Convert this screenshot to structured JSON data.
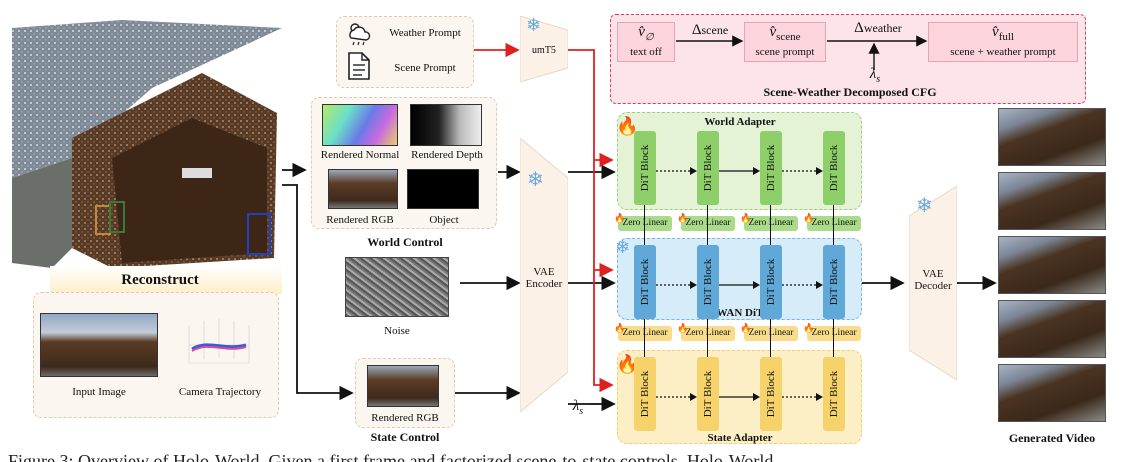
{
  "reconstruct": {
    "title": "Reconstruct",
    "input_image": "Input Image",
    "camera_trajectory": "Camera Trajectory"
  },
  "prompts": {
    "weather": "Weather Prompt",
    "scene": "Scene Prompt",
    "encoder": "umT5"
  },
  "cfg": {
    "title": "Scene-Weather Decomposed CFG",
    "box1_sub": "text off",
    "box2_sub": "scene prompt",
    "box3_sub": "scene + weather prompt",
    "delta_scene": "scene",
    "delta_weather": "weather",
    "lambda_sub": "s"
  },
  "world_control": {
    "title": "World Control",
    "normal": "Rendered Normal",
    "depth": "Rendered Depth",
    "rgb": "Rendered RGB",
    "object": "Object"
  },
  "noise": {
    "label": "Noise"
  },
  "state_control": {
    "title": "State Control",
    "rgb": "Rendered RGB"
  },
  "vae": {
    "encoder": "VAE\nEncoder",
    "decoder": "VAE\nDecoder"
  },
  "world_adapter": {
    "title": "World Adapter"
  },
  "wan_dit": {
    "title": "WAN DiT"
  },
  "state_adapter": {
    "title": "State Adapter"
  },
  "dit_block": "DiT Block",
  "zero_linear": "Zero Linear",
  "output": {
    "title": "Generated Video"
  },
  "caption": "Figure 3: Overview of Holo-World. Given a first frame and factorized scene-to-state controls, Holo-World",
  "colors": {
    "world": "#e4f2d6",
    "world_block": "#8fcf6a",
    "wan": "#d6ecf8",
    "wan_block": "#5fa8d8",
    "state": "#fcefc6",
    "state_block": "#f6d26a",
    "cfg": "#fde4e8",
    "red": "#e02020"
  }
}
